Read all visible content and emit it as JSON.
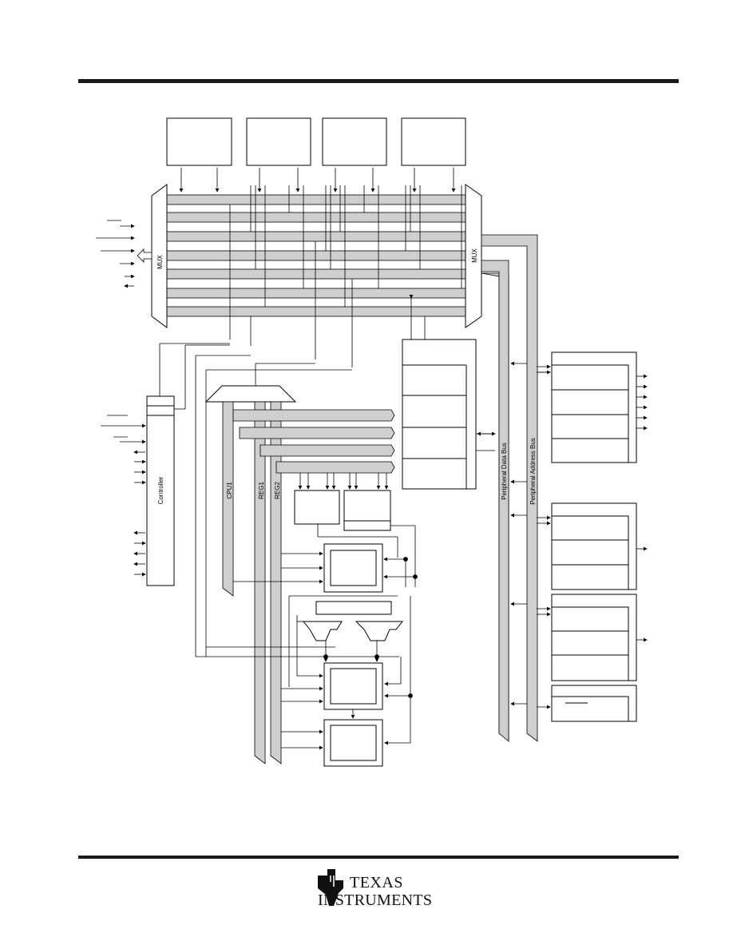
{
  "labels": {
    "mux_left": "MUX",
    "mux_right": "MUX",
    "controller": "Controller",
    "cpu1": "CPU1",
    "reg1": "REG1",
    "reg2": "REG2",
    "peripheral_data_bus": "Peripheral Data Bus",
    "peripheral_address_bus": "Peripheral Address Bus"
  },
  "footer": {
    "logo_line1": "TEXAS",
    "logo_line2": "INSTRUMENTS"
  },
  "colors": {
    "bus_fill": "#cfcfcf",
    "line": "#000000",
    "rule": "#1a1a1a"
  }
}
